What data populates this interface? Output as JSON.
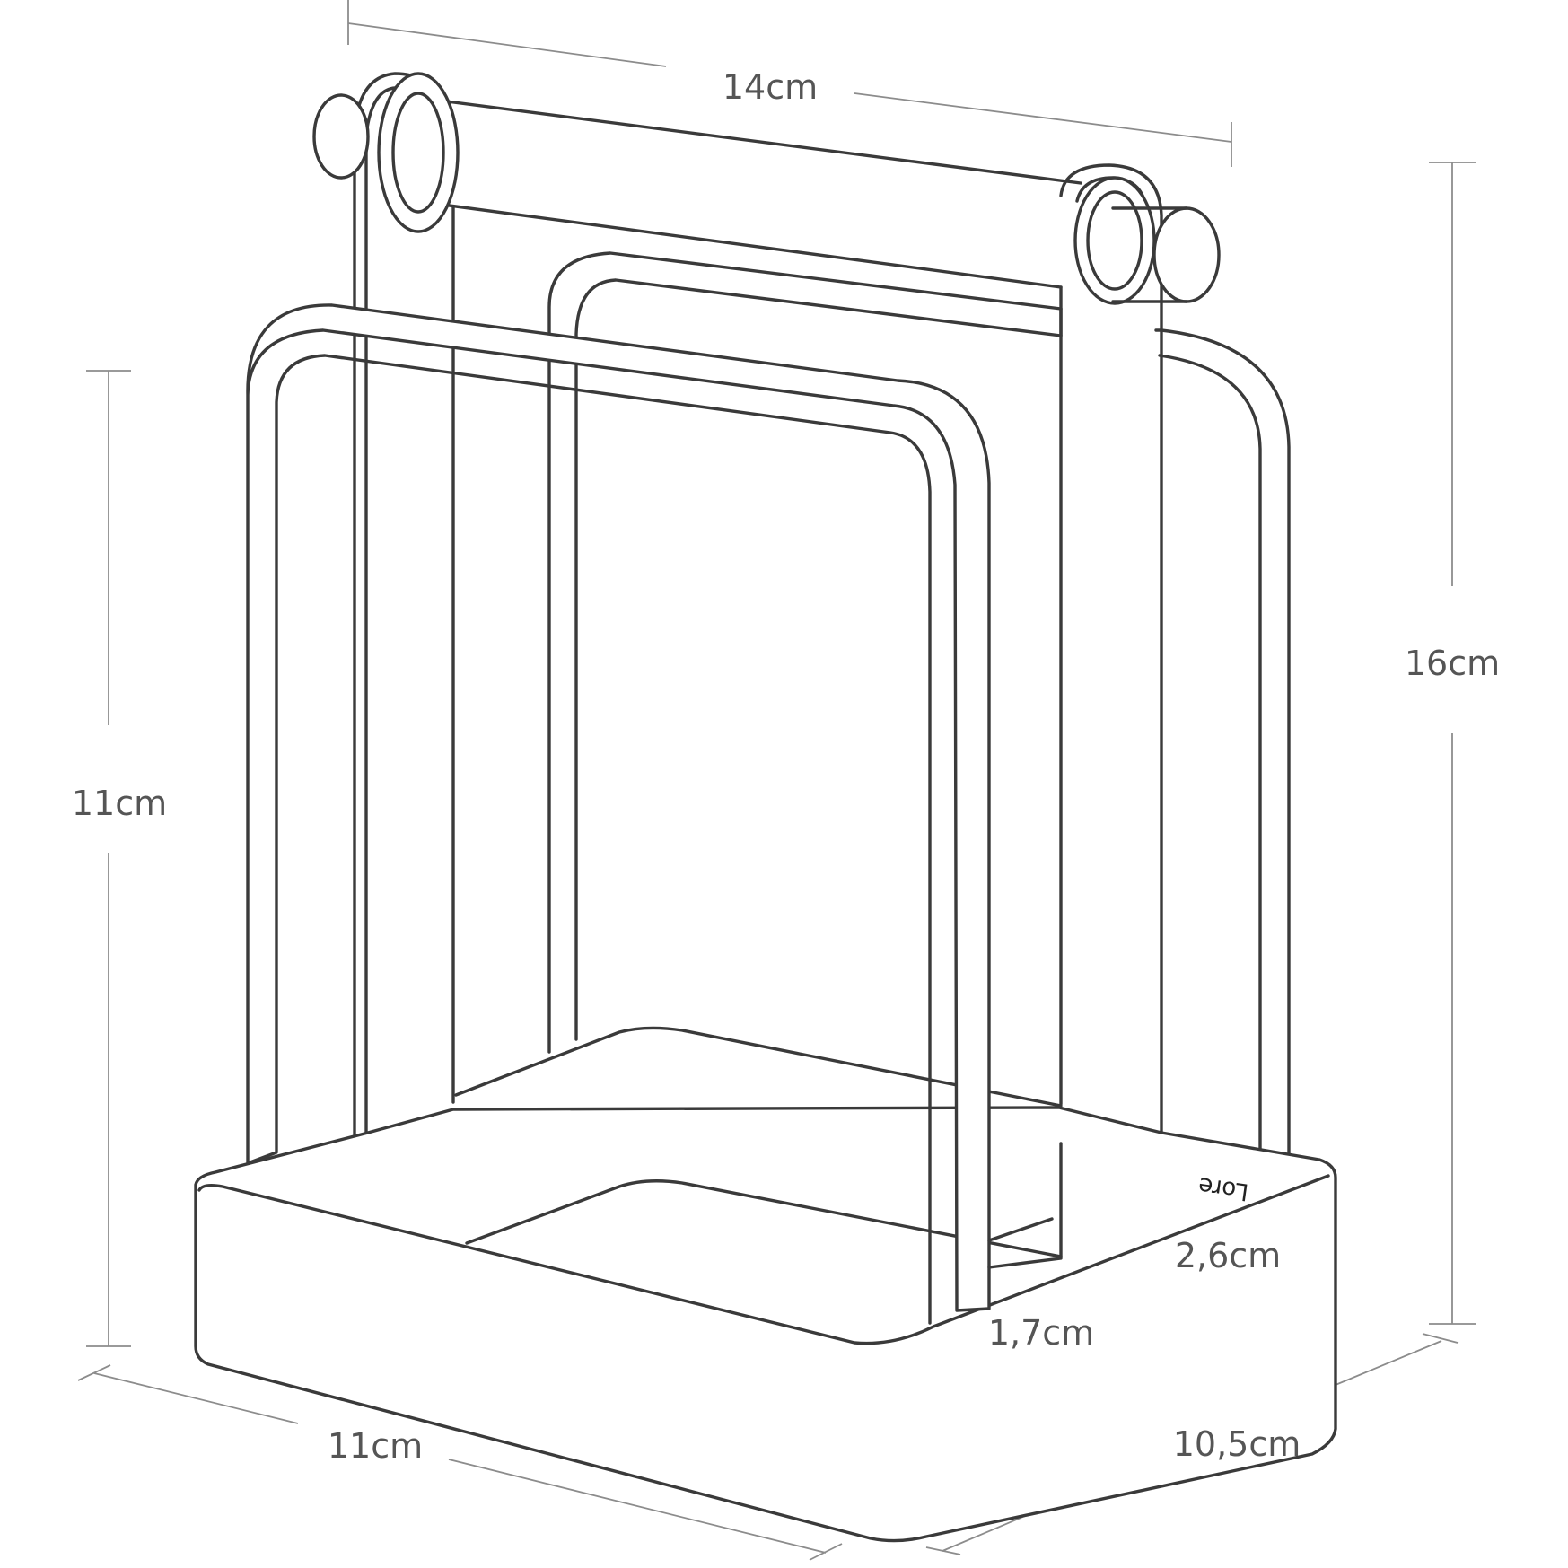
{
  "dimensions": {
    "top_width": "14cm",
    "total_height": "16cm",
    "front_height": "11cm",
    "base_width": "11cm",
    "base_depth": "10,5cm",
    "slot_front": "1,7cm",
    "slot_back": "2,6cm"
  },
  "logo": "Lore"
}
